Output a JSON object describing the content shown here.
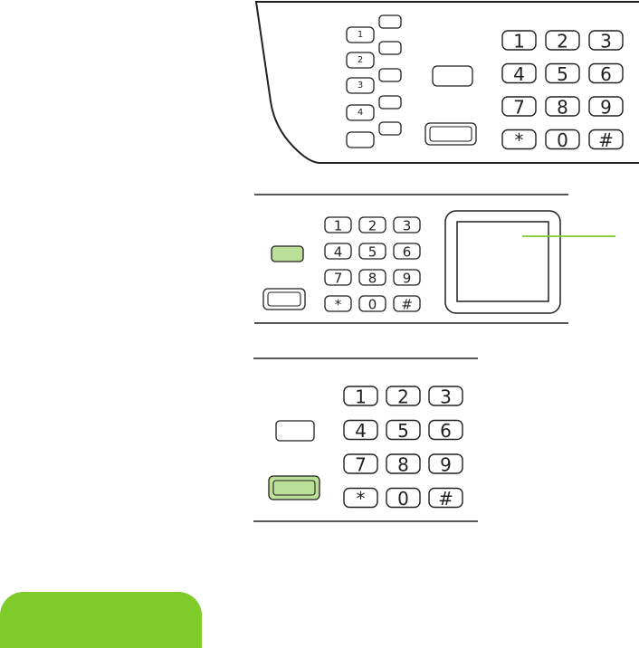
{
  "colors": {
    "stroke": "#231f20",
    "accent_green": "#7ecb2a",
    "key_green_fill": "#b9df98",
    "background": "#ffffff"
  },
  "panel_top": {
    "one_touch_labels": [
      "1",
      "2",
      "3",
      "4"
    ],
    "keypad": [
      "1",
      "2",
      "3",
      "4",
      "5",
      "6",
      "7",
      "8",
      "9",
      "*",
      "0",
      "#"
    ]
  },
  "panel_middle": {
    "keypad": [
      "1",
      "2",
      "3",
      "4",
      "5",
      "6",
      "7",
      "8",
      "9",
      "*",
      "0",
      "#"
    ]
  },
  "panel_bottom": {
    "keypad": [
      "1",
      "2",
      "3",
      "4",
      "5",
      "6",
      "7",
      "8",
      "9",
      "*",
      "0",
      "#"
    ]
  }
}
